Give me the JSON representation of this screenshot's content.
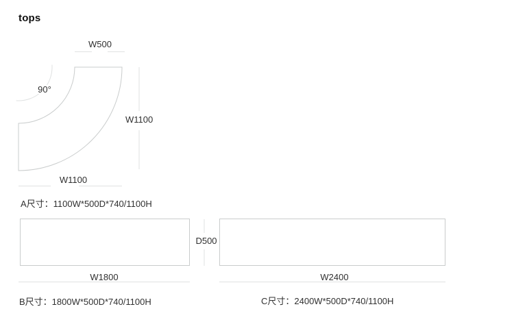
{
  "title": "tops",
  "shape_a": {
    "dim_top": "W500",
    "dim_angle": "90°",
    "dim_right": "W1100",
    "dim_bottom": "W1100",
    "caption": "A尺寸：1100W*500D*740/1100H"
  },
  "shape_b": {
    "dim_width": "W1800",
    "caption": "B尺寸：1800W*500D*740/1100H"
  },
  "shape_c": {
    "dim_width": "W2400",
    "caption": "C尺寸：2400W*500D*740/1100H"
  },
  "dim_depth": "D500",
  "colors": {
    "background": "#ffffff",
    "outline": "#c9cccc",
    "dim_line": "#e4e6e6",
    "text": "#303030",
    "title": "#111111"
  }
}
